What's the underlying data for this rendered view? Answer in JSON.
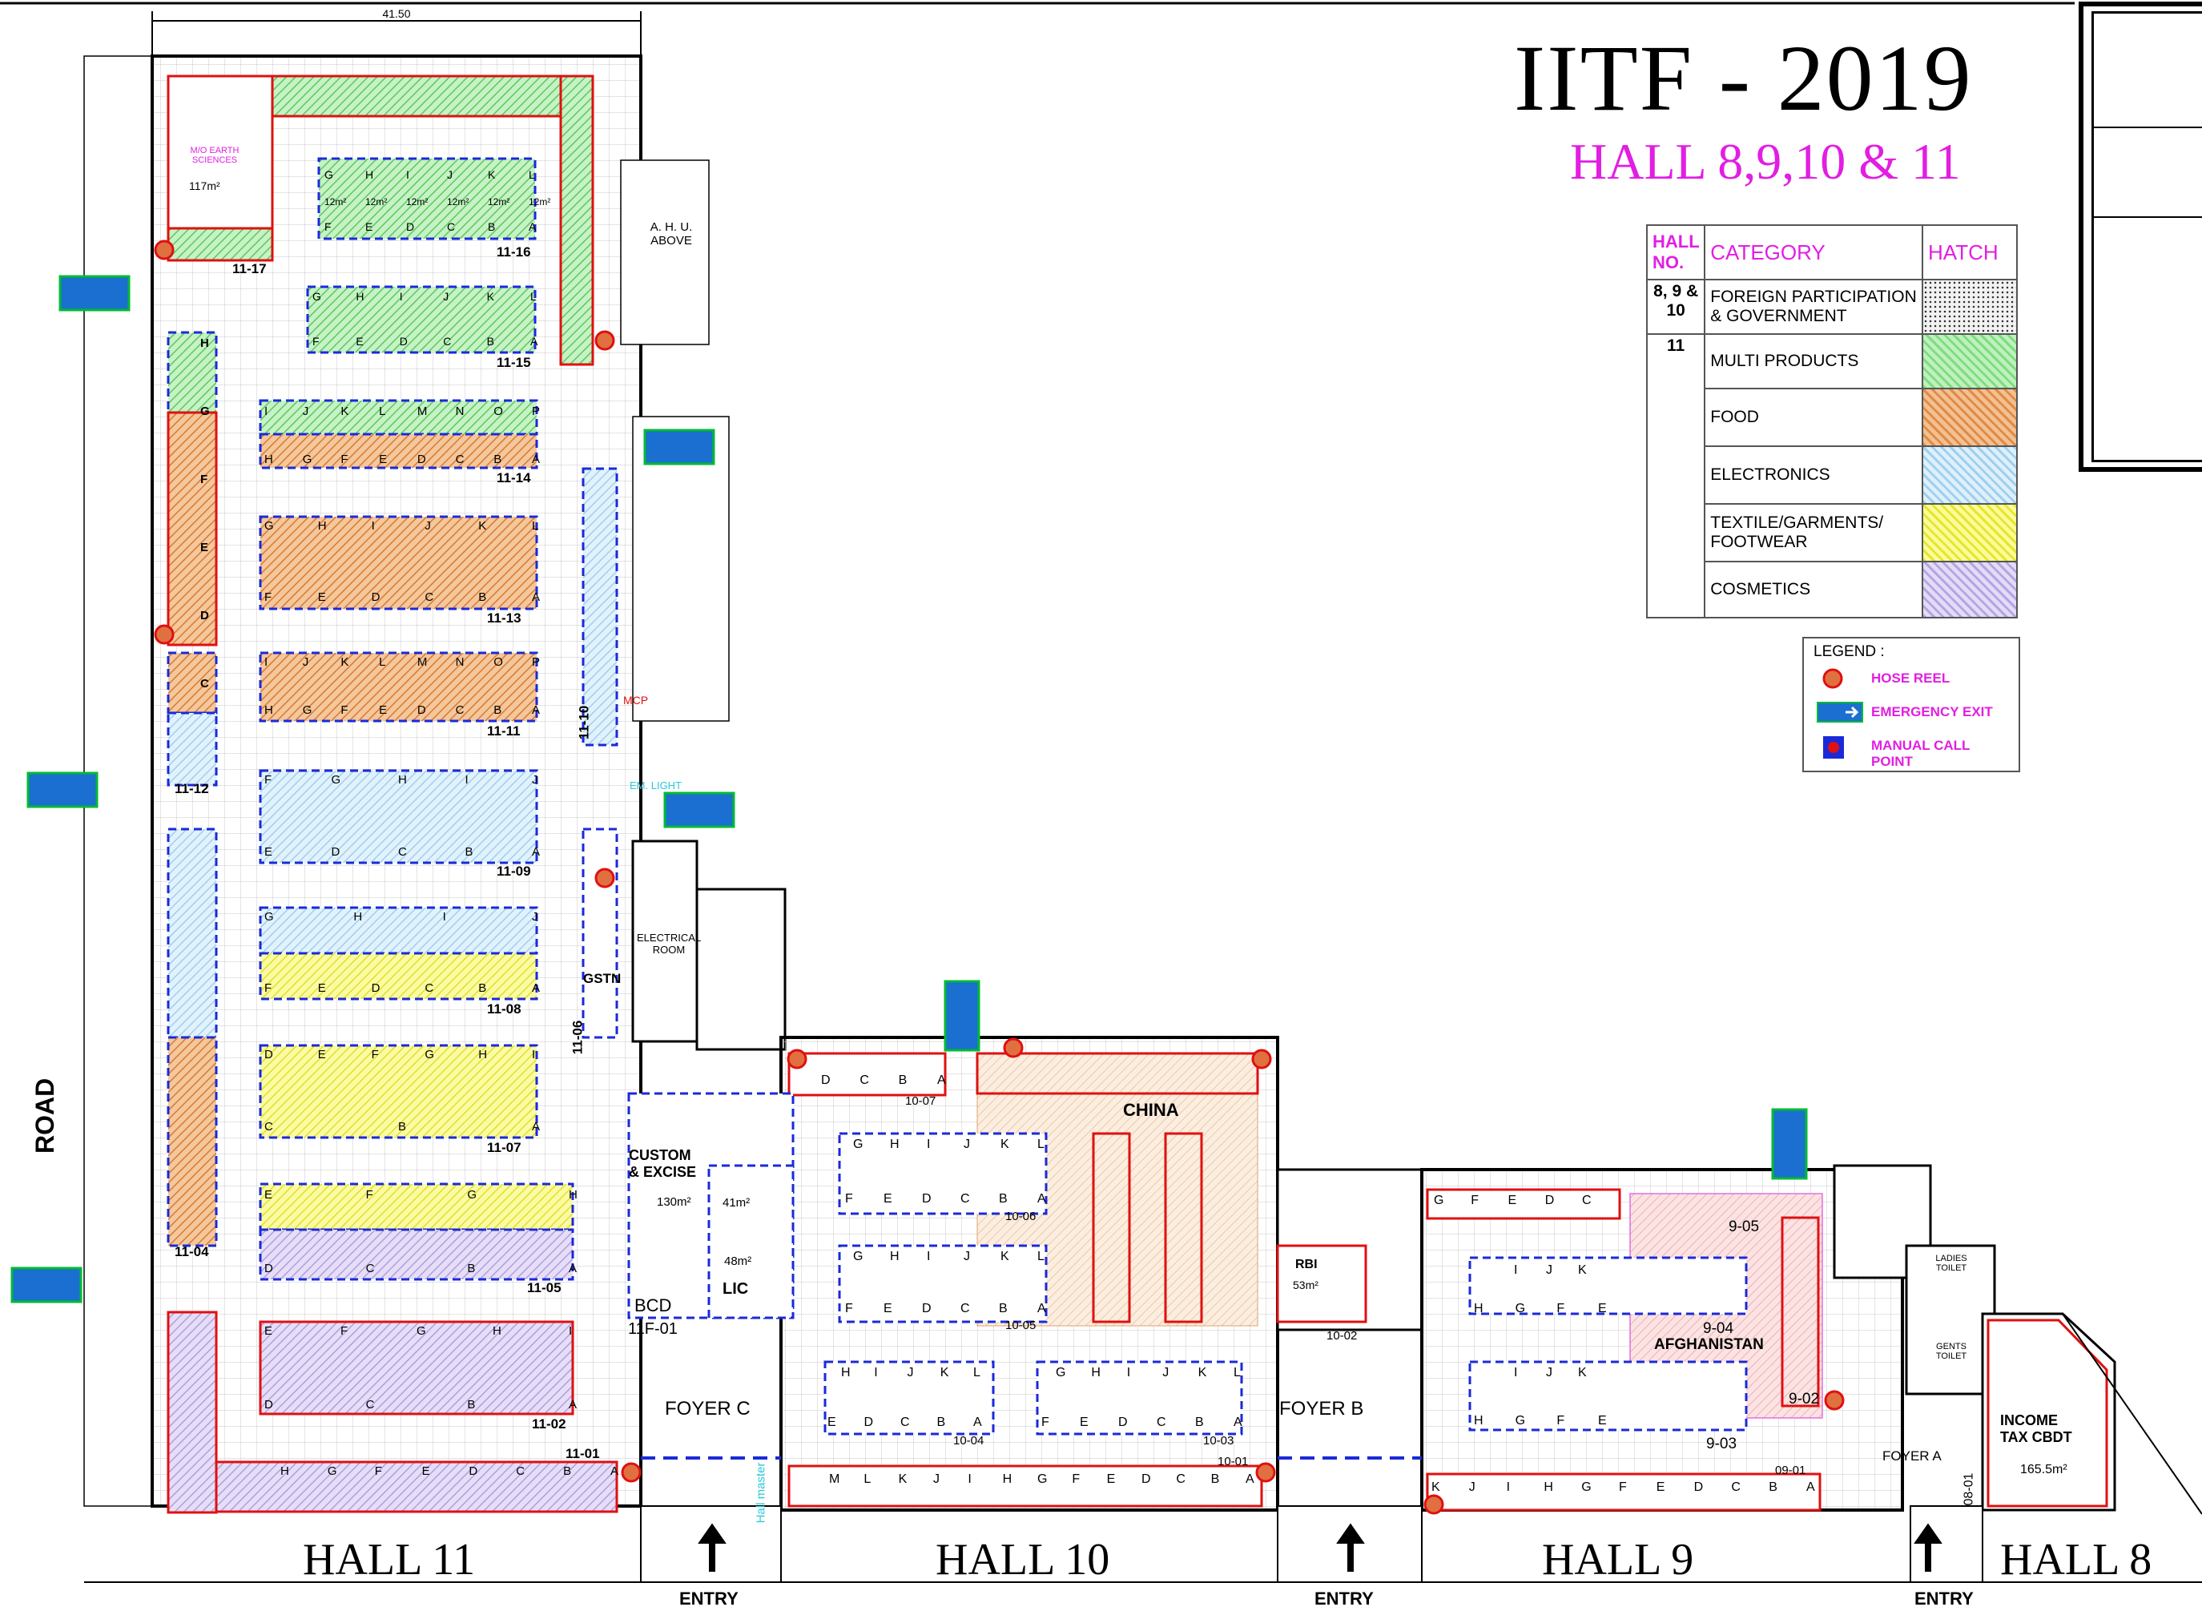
{
  "title": "IITF - 2019",
  "subtitle": "HALL 8,9,10 & 11",
  "dimension": "41.50",
  "category_table": {
    "headers": {
      "hall": "HALL NO.",
      "category": "CATEGORY",
      "hatch": "HATCH"
    },
    "rows": [
      {
        "hall": "8, 9 & 10",
        "category": "FOREIGN PARTICIPATION & GOVERNMENT",
        "hatch": "dots"
      },
      {
        "hall": "11",
        "category": "MULTI PRODUCTS",
        "hatch": "green"
      },
      {
        "hall": "",
        "category": "FOOD",
        "hatch": "orange"
      },
      {
        "hall": "",
        "category": "ELECTRONICS",
        "hatch": "blue"
      },
      {
        "hall": "",
        "category": "TEXTILE/GARMENTS/ FOOTWEAR",
        "hatch": "yellow"
      },
      {
        "hall": "",
        "category": "COSMETICS",
        "hatch": "purple"
      }
    ]
  },
  "legend": {
    "title": "LEGEND :",
    "items": [
      "HOSE REEL",
      "EMERGENCY EXIT",
      "MANUAL CALL POINT"
    ]
  },
  "halls": [
    "HALL 11",
    "HALL 10",
    "HALL 9",
    "HALL 8"
  ],
  "entry_label": "ENTRY",
  "road_label": "ROAD",
  "foyers": [
    "FOYER C",
    "FOYER B",
    "FOYER A"
  ],
  "rooms": {
    "ahu": "A. H. U. ABOVE",
    "electrical": "ELECTRICAL ROOM",
    "custom": "CUSTOM & EXCISE",
    "custom_area": "130m²",
    "lic": "LIC",
    "lic_area": "48m²",
    "bcd": "BCD",
    "area_41": "41m²",
    "china": "CHINA",
    "rbi": "RBI",
    "rbi_area": "53m²",
    "afghanistan": "AFGHANISTAN",
    "income_tax": "INCOME TAX CBDT",
    "income_tax_area": "165.5m²",
    "moe": "M/O EARTH SCIENCES",
    "moe_area": "117m²",
    "gstn": "GSTN",
    "mcp": "MCP",
    "em_light": "EM. LIGHT",
    "hall_master": "Hall master",
    "gents_toilet": "GENTS TOILET",
    "ladies_toilet": "LADIES TOILET"
  },
  "block_ids": {
    "b11_17": "11-17",
    "b11_16": "11-16",
    "b11_15": "11-15",
    "b11_14": "11-14",
    "b11_13": "11-13",
    "b11_11": "11-11",
    "b11_12": "11-12",
    "b11_10": "11-10",
    "b11_09": "11-09",
    "b11_08": "11-08",
    "b11_07": "11-07",
    "b11_06": "11-06",
    "b11_05": "11-05",
    "b11_04": "11-04",
    "b11_02": "11-02",
    "b11_01": "11-01",
    "b11f_01": "11F-01",
    "b10_07": "10-07",
    "b10_06": "10-06",
    "b10_05": "10-05",
    "b10_04": "10-04",
    "b10_03": "10-03",
    "b10_02": "10-02",
    "b10_01": "10-01",
    "b9_05": "9-05",
    "b9_04": "9-04",
    "b9_03": "9-03",
    "b9_02": "9-02",
    "b9_01": "09-01",
    "b8_01": "08-01"
  },
  "colors": {
    "green": "#7fdc7f",
    "orange": "#e08b45",
    "blue": "#9fd0ee",
    "yellow": "#e6e62e",
    "purple": "#b6a4e4",
    "magenta": "#e21ee2",
    "red_wall": "#e01010",
    "dash_blue": "#1a2ad8"
  },
  "stall_rows": [
    {
      "id": "r11_16top",
      "letters": [
        "G",
        "H",
        "I",
        "J",
        "K",
        "L"
      ]
    },
    {
      "id": "r11_16mid",
      "letters": [
        "12m²",
        "12m²",
        "12m²",
        "12m²",
        "12m²",
        "12m²"
      ]
    },
    {
      "id": "r11_16bot",
      "letters": [
        "F",
        "E",
        "D",
        "C",
        "B",
        "A"
      ]
    },
    {
      "id": "r11_15top",
      "letters": [
        "G",
        "H",
        "I",
        "J",
        "K",
        "L"
      ]
    },
    {
      "id": "r11_15bot",
      "letters": [
        "F",
        "E",
        "D",
        "C",
        "B",
        "A"
      ]
    },
    {
      "id": "r11_14top",
      "letters": [
        "I",
        "J",
        "K",
        "L",
        "M",
        "N",
        "O",
        "P"
      ]
    },
    {
      "id": "r11_14bot",
      "letters": [
        "H",
        "G",
        "F",
        "E",
        "D",
        "C",
        "B",
        "A"
      ]
    },
    {
      "id": "r11_13top",
      "letters": [
        "G",
        "H",
        "I",
        "J",
        "K",
        "L"
      ]
    },
    {
      "id": "r11_13bot",
      "letters": [
        "F",
        "E",
        "D",
        "C",
        "B",
        "A"
      ]
    },
    {
      "id": "r11_11top",
      "letters": [
        "I",
        "J",
        "K",
        "L",
        "M",
        "N",
        "O",
        "P"
      ]
    },
    {
      "id": "r11_11bot",
      "letters": [
        "H",
        "G",
        "F",
        "E",
        "D",
        "C",
        "B",
        "A"
      ]
    },
    {
      "id": "r11_09top",
      "letters": [
        "F",
        "G",
        "H",
        "I",
        "J"
      ]
    },
    {
      "id": "r11_09bot",
      "letters": [
        "E",
        "D",
        "C",
        "B",
        "A"
      ]
    },
    {
      "id": "r11_08top",
      "letters": [
        "G",
        "H",
        "I",
        "J"
      ]
    },
    {
      "id": "r11_08bot",
      "letters": [
        "F",
        "E",
        "D",
        "C",
        "B",
        "A"
      ]
    },
    {
      "id": "r11_07top",
      "letters": [
        "D",
        "E",
        "F",
        "G",
        "H",
        "I"
      ]
    },
    {
      "id": "r11_07bot",
      "letters": [
        "C",
        "B",
        "A"
      ]
    },
    {
      "id": "r11_05top",
      "letters": [
        "E",
        "F",
        "G",
        "H"
      ]
    },
    {
      "id": "r11_05bot",
      "letters": [
        "D",
        "C",
        "B",
        "A"
      ]
    },
    {
      "id": "r11_02top",
      "letters": [
        "E",
        "F",
        "G",
        "H",
        "I"
      ]
    },
    {
      "id": "r11_02bot",
      "letters": [
        "D",
        "C",
        "B",
        "A"
      ]
    },
    {
      "id": "r11_01",
      "letters": [
        "H",
        "G",
        "F",
        "E",
        "D",
        "C",
        "B",
        "A"
      ]
    },
    {
      "id": "r11_12side",
      "letters": [
        "H",
        "G",
        "F",
        "E",
        "D",
        "C"
      ]
    },
    {
      "id": "r10_07",
      "letters": [
        "D",
        "C",
        "B",
        "A"
      ]
    },
    {
      "id": "r10_06top",
      "letters": [
        "G",
        "H",
        "I",
        "J",
        "K",
        "L"
      ]
    },
    {
      "id": "r10_06bot",
      "letters": [
        "F",
        "E",
        "D",
        "C",
        "B",
        "A"
      ]
    },
    {
      "id": "r10_05top",
      "letters": [
        "G",
        "H",
        "I",
        "J",
        "K",
        "L"
      ]
    },
    {
      "id": "r10_05bot",
      "letters": [
        "F",
        "E",
        "D",
        "C",
        "B",
        "A"
      ]
    },
    {
      "id": "r10_04top",
      "letters": [
        "H",
        "I",
        "J",
        "K",
        "L"
      ]
    },
    {
      "id": "r10_04bot",
      "letters": [
        "E",
        "D",
        "C",
        "B",
        "A"
      ]
    },
    {
      "id": "r10_03top",
      "letters": [
        "G",
        "H",
        "I",
        "J",
        "K",
        "L"
      ]
    },
    {
      "id": "r10_03bot",
      "letters": [
        "F",
        "E",
        "D",
        "C",
        "B",
        "A"
      ]
    },
    {
      "id": "r10_01",
      "letters": [
        "M",
        "L",
        "K",
        "J",
        "I",
        "H",
        "G",
        "F",
        "E",
        "D",
        "C",
        "B",
        "A"
      ]
    },
    {
      "id": "r9_05",
      "letters": [
        "G",
        "F",
        "E",
        "D",
        "C"
      ]
    },
    {
      "id": "r9_04top",
      "letters": [
        "I",
        "J",
        "K"
      ]
    },
    {
      "id": "r9_04bot",
      "letters": [
        "H",
        "G",
        "F",
        "E"
      ]
    },
    {
      "id": "r9_03top",
      "letters": [
        "I",
        "J",
        "K"
      ]
    },
    {
      "id": "r9_03bot",
      "letters": [
        "H",
        "G",
        "F",
        "E"
      ]
    },
    {
      "id": "r9_01",
      "letters": [
        "K",
        "J",
        "I",
        "H",
        "G",
        "F",
        "E",
        "D",
        "C",
        "B",
        "A"
      ]
    }
  ]
}
